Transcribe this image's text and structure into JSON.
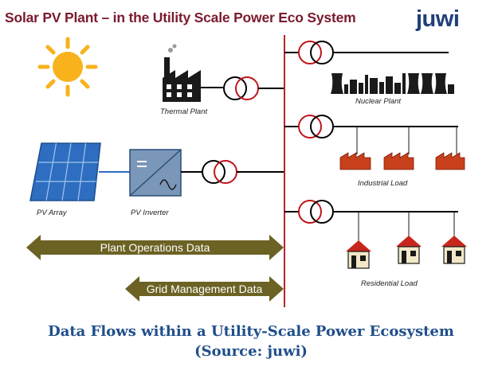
{
  "header": {
    "title": "Solar PV Plant – in the Utility Scale Power Eco System",
    "logo": "juwi"
  },
  "labels": {
    "thermal_plant": "Thermal Plant",
    "nuclear_plant": "Nuclear Plant",
    "pv_array": "PV Array",
    "pv_inverter": "PV Inverter",
    "industrial_load": "Industrial Load",
    "residential_load": "Residential Load"
  },
  "arrows": {
    "plant_operations": "Plant Operations Data",
    "grid_management": "Grid Management Data"
  },
  "caption": {
    "line1": "Data Flows within a Utility-Scale Power Ecosystem",
    "line2": "(Source: juwi)"
  },
  "colors": {
    "title": "#7b1a2e",
    "logo": "#1f3f7a",
    "busbar": "#b3262e",
    "arrow_fill": "#6b6224",
    "factory": "#c8401c",
    "house_roof": "#c8261c",
    "inverter": "#7a96b8",
    "panel": "#2e6dbf",
    "sun": "#f7b21c",
    "caption": "#1f4e8a"
  },
  "icons": [
    "sun-icon",
    "factory-icon",
    "solar-panel-icon",
    "inverter-icon",
    "transformer-icon",
    "nuclear-plant-icon",
    "industrial-building-icon",
    "house-icon"
  ]
}
